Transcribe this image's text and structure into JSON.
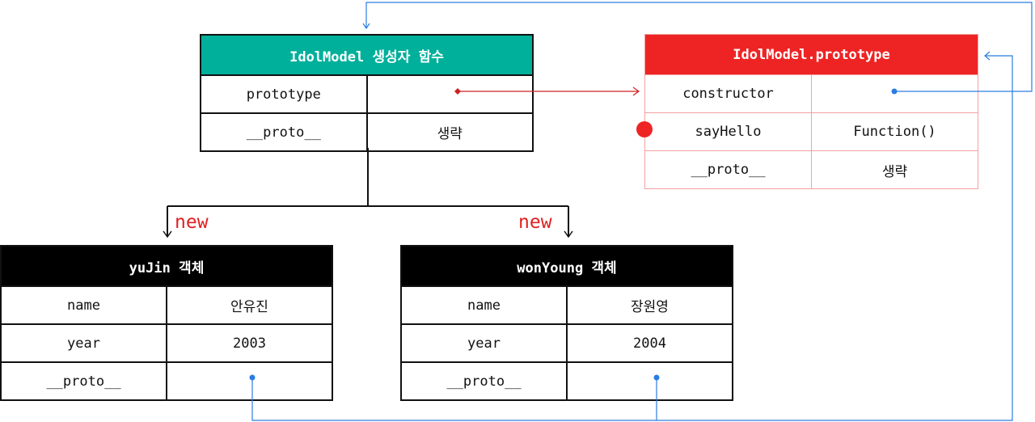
{
  "constructor_box": {
    "title": "IdolModel 생성자 함수",
    "rows": [
      {
        "key": "prototype",
        "value": ""
      },
      {
        "key": "__proto__",
        "value": "생략"
      }
    ]
  },
  "prototype_box": {
    "title": "IdolModel.prototype",
    "rows": [
      {
        "key": "constructor",
        "value": ""
      },
      {
        "key": "sayHello",
        "value": "Function()"
      },
      {
        "key": "__proto__",
        "value": "생략"
      }
    ]
  },
  "yujin_box": {
    "title": "yuJin 객체",
    "rows": [
      {
        "key": "name",
        "value": "안유진"
      },
      {
        "key": "year",
        "value": "2003"
      },
      {
        "key": "__proto__",
        "value": ""
      }
    ]
  },
  "wonyoung_box": {
    "title": "wonYoung 객체",
    "rows": [
      {
        "key": "name",
        "value": "장원영"
      },
      {
        "key": "year",
        "value": "2004"
      },
      {
        "key": "__proto__",
        "value": ""
      }
    ]
  },
  "new_label": "new",
  "colors": {
    "constructor_header": "#00b09b",
    "prototype_header": "#ee2424",
    "instance_header": "#000000",
    "link_red": "#d02020",
    "link_blue": "#2a7de1"
  }
}
